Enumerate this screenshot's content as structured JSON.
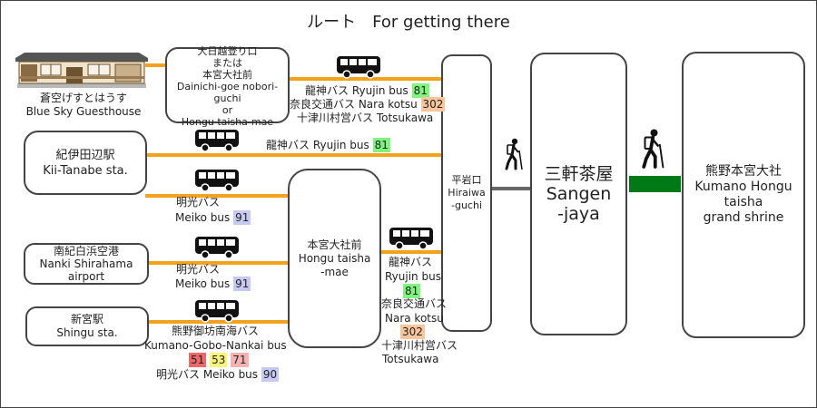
{
  "title": "ルート　For getting there",
  "colors": {
    "bus_line": "#f3a21d",
    "walk_line": "#666666",
    "shrine_line": "#007a16",
    "ryujin": "#7ff57f",
    "nara": "#f9c59c",
    "meiko": "#c7c9f1",
    "kumano_51": "#ee6868",
    "kumano_53": "#f8f57f",
    "kumano_71": "#f6b3b3"
  },
  "icons": [
    "guesthouse-icon",
    "bus-icon",
    "hiker-icon"
  ],
  "guesthouse": {
    "name_ja": "蒼空げすとはうす",
    "name_en": "Blue Sky Guesthouse"
  },
  "dainichi_stop": {
    "lines": [
      "大日越登り口",
      "または",
      "本宮大社前",
      "Dainichi-goe nobori-guchi",
      "or",
      "Hongu taisha-mae"
    ]
  },
  "kii_tanabe": {
    "ja": "紀伊田辺駅",
    "en": "Kii-Tanabe sta."
  },
  "nanki": {
    "ja": "南紀白浜空港",
    "en": "Nanki Shirahama",
    "en2": "airport"
  },
  "shingu": {
    "ja": "新宮駅",
    "en": "Shingu sta."
  },
  "hongu_mae": {
    "ja": "本宮大社前",
    "en1": "Hongu taisha",
    "en2": "-mae"
  },
  "hiraiwa": {
    "ja": "平岩口",
    "en1": "Hiraiwa",
    "en2": "-guchi"
  },
  "sangen": {
    "ja": "三軒茶屋",
    "en1": "Sangen",
    "en2": "-jaya"
  },
  "shrine": {
    "ja": "熊野本宮大社",
    "en1": "Kumano Hongu",
    "en2": "taisha",
    "en3": "grand shrine"
  },
  "route_top": {
    "ryujin_text": "龍神バス Ryujin bus",
    "ryujin_num": "81",
    "nara_text": "奈良交通バス Nara kotsu",
    "nara_num": "302",
    "totsu_text": "十津川村営バス Totsukawa"
  },
  "route_tanabe": {
    "text": "龍神バス Ryujin bus",
    "num": "81"
  },
  "route_meiko1": {
    "ja": "明光バス",
    "en": "Meiko bus",
    "num": "91"
  },
  "route_meiko2": {
    "ja": "明光バス",
    "en": "Meiko bus",
    "num": "91"
  },
  "route_shingu": {
    "ja": "熊野御坊南海バス",
    "en": "Kumano-Gobo-Nankai bus",
    "n1": "51",
    "n2": "53",
    "n3": "71",
    "meiko_text": "明光バス Meiko bus",
    "meiko_num": "90"
  },
  "route_hongu": {
    "ryujin_ja": "龍神バス",
    "ryujin_en": "Ryujin bus",
    "ryujin_num": "81",
    "nara_ja": "奈良交通バス",
    "nara_en": "Nara kotsu",
    "nara_num": "302",
    "totsu_ja": "十津川村営バス",
    "totsu_en": "Totsukawa"
  }
}
